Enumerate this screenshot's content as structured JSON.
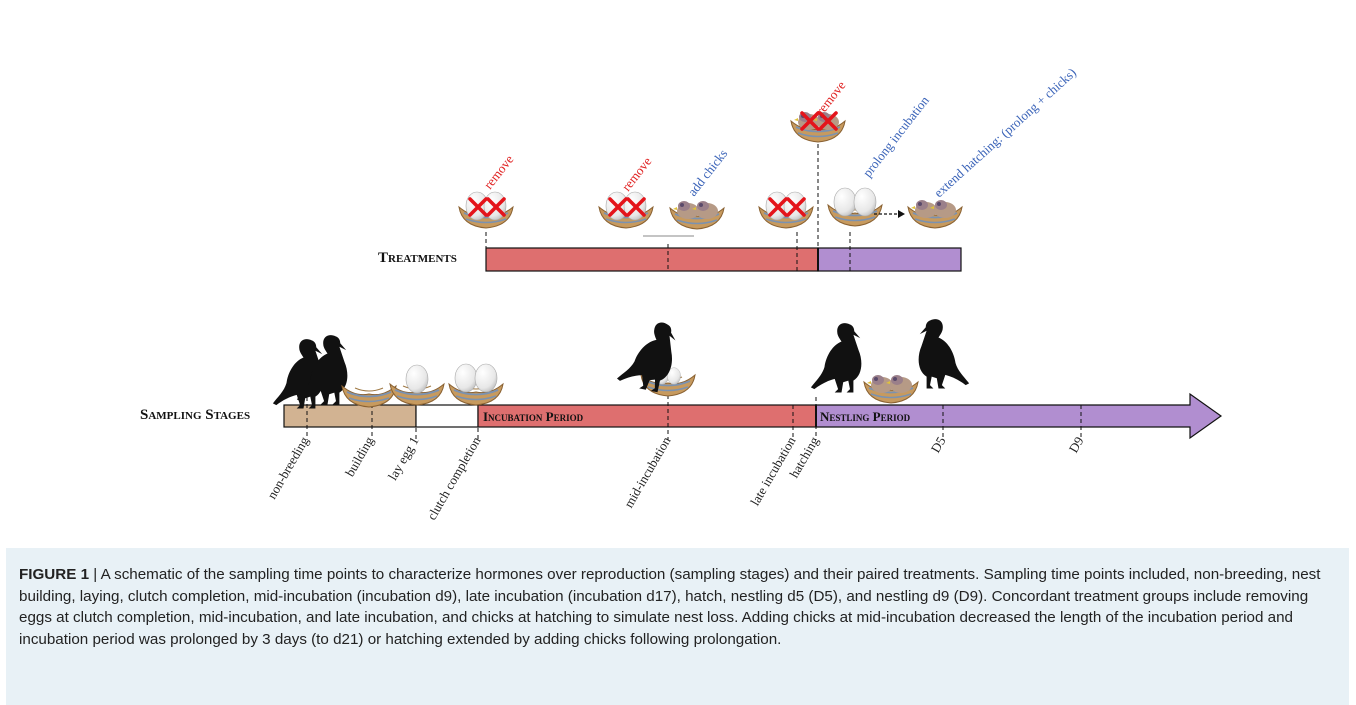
{
  "diagram": {
    "treatments_label": "Treatments",
    "sampling_label": "Sampling Stages",
    "incubation_label": "Incubation Period",
    "nestling_label": "Nestling Period",
    "sampling_points": [
      "non-breeding",
      "building",
      "lay egg 1",
      "clutch completion",
      "mid-incubation",
      "late incubation",
      "hatching",
      "D5",
      "D9"
    ],
    "treatment_labels": {
      "remove": "remove",
      "add_chicks": "add chicks",
      "prolong": "prolong incubation",
      "extend": "extend hatching: (prolong + chicks)"
    },
    "colors": {
      "pre_breeding": "#d2b392",
      "incubation": "#de6f6f",
      "nestling": "#b18ed0",
      "treatment_red": "#e02020",
      "treatment_blue": "#3a63b8",
      "caption_bg": "#e8f1f6"
    }
  },
  "caption": {
    "label": "FIGURE 1",
    "separator": " | ",
    "text": "A schematic of the sampling time points to characterize hormones over reproduction (sampling stages) and their paired treatments. Sampling time points included, non-breeding, nest building, laying, clutch completion, mid-incubation (incubation d9), late incubation (incubation d17), hatch, nestling d5 (D5), and nestling d9 (D9). Concordant treatment groups include removing eggs at clutch completion, mid-incubation, and late incubation, and chicks at hatching to simulate nest loss. Adding chicks at mid-incubation decreased the length of the incubation period and incubation period was prolonged by 3 days (to d21) or hatching extended by adding chicks following prolongation."
  }
}
